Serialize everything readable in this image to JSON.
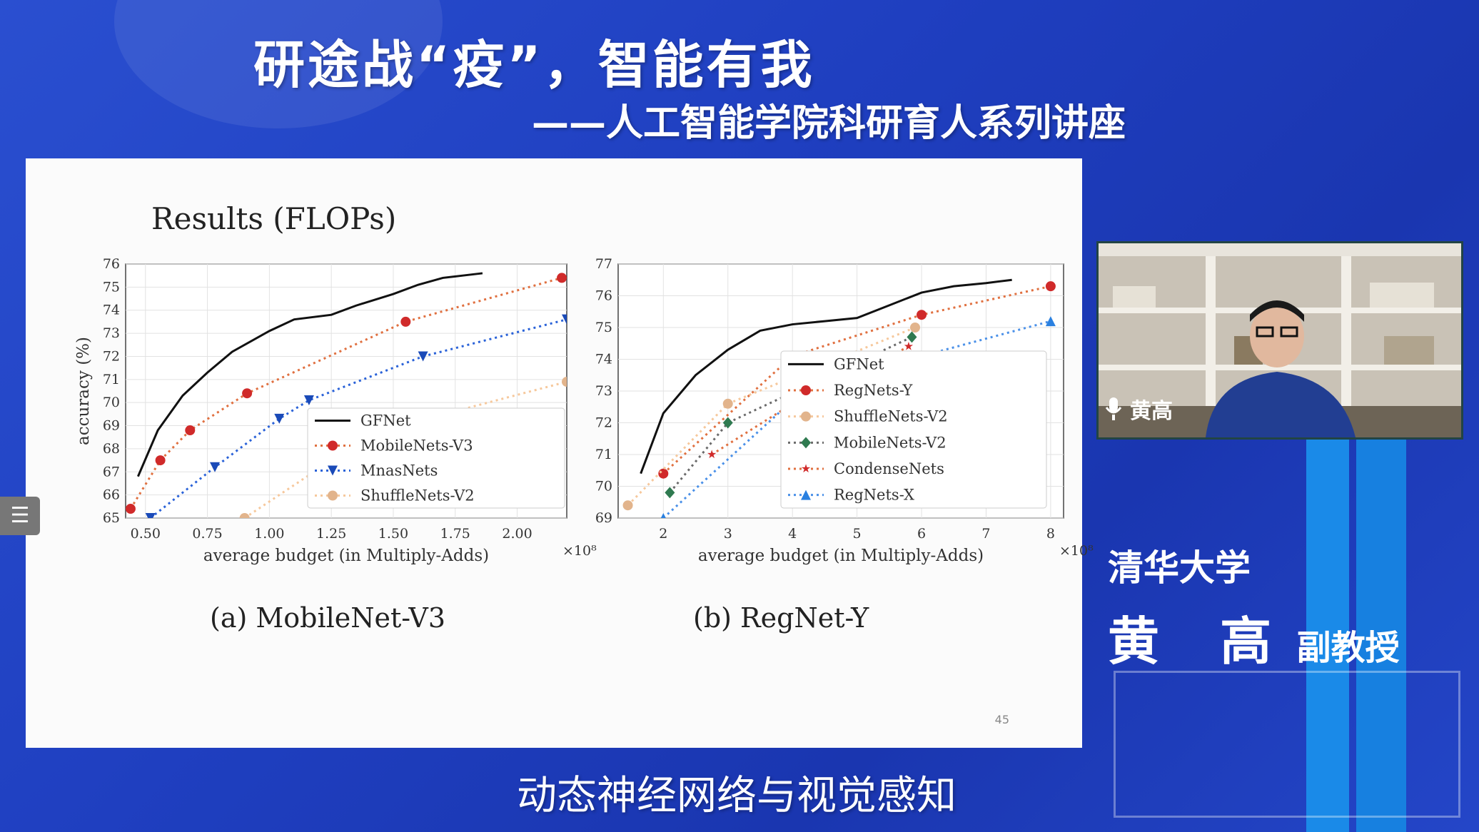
{
  "banner": {
    "title": "研途战“疫”，智能有我",
    "subtitle": "——人工智能学院科研育人系列讲座"
  },
  "slide": {
    "title": "Results (FLOPs)",
    "page_number": "45",
    "menu_icon": "list-icon",
    "captions": [
      "(a)  MobileNet-V3",
      "(b)  RegNet-Y"
    ]
  },
  "chart_data": [
    {
      "type": "line",
      "caption": "(a)  MobileNet-V3",
      "xlabel": "average budget (in Multiply-Adds)",
      "ylabel": "accuracy (%)",
      "x_multiplier": "×10⁸",
      "xlim": [
        0.42,
        2.2
      ],
      "ylim": [
        65,
        76
      ],
      "xticks": [
        "0.50",
        "0.75",
        "1.00",
        "1.25",
        "1.50",
        "1.75",
        "2.00"
      ],
      "xtick_values": [
        0.5,
        0.75,
        1.0,
        1.25,
        1.5,
        1.75,
        2.0
      ],
      "yticks": [
        65,
        66,
        67,
        68,
        69,
        70,
        71,
        72,
        73,
        74,
        75,
        76
      ],
      "grid": true,
      "legend_position": "bottom-right",
      "series": [
        {
          "name": "GFNet",
          "style": "solid",
          "color": "#111111",
          "marker": "none",
          "x": [
            0.47,
            0.55,
            0.65,
            0.75,
            0.85,
            1.0,
            1.1,
            1.25,
            1.35,
            1.5,
            1.6,
            1.7,
            1.78,
            1.86
          ],
          "y": [
            66.8,
            68.8,
            70.3,
            71.3,
            72.2,
            73.1,
            73.6,
            73.8,
            74.2,
            74.7,
            75.1,
            75.4,
            75.5,
            75.6
          ]
        },
        {
          "name": "MobileNets-V3",
          "style": "dotted",
          "color": "#e07040",
          "marker": "circle",
          "marker_color": "#d02a2a",
          "x": [
            0.44,
            0.56,
            0.68,
            0.91,
            1.55,
            2.18
          ],
          "y": [
            65.4,
            67.5,
            68.8,
            70.4,
            73.5,
            75.4
          ]
        },
        {
          "name": "MnasNets",
          "style": "dotted",
          "color": "#2a62d8",
          "marker": "triangle-down",
          "marker_color": "#1a4ab8",
          "x": [
            0.52,
            0.78,
            1.04,
            1.16,
            1.62,
            2.2
          ],
          "y": [
            65.0,
            67.2,
            69.3,
            70.1,
            72.0,
            73.6
          ]
        },
        {
          "name": "ShuffleNets-V2",
          "style": "dotted",
          "color": "#f6c89c",
          "marker": "circle",
          "marker_color": "#e2b48c",
          "x": [
            0.9,
            1.25,
            1.6,
            2.2
          ],
          "y": [
            65.0,
            67.5,
            69.2,
            70.9
          ]
        }
      ]
    },
    {
      "type": "line",
      "caption": "(b)  RegNet-Y",
      "xlabel": "average budget (in Multiply-Adds)",
      "x_multiplier": "×10⁸",
      "xlim": [
        1.3,
        8.2
      ],
      "ylim": [
        69,
        77
      ],
      "xticks": [
        "2",
        "3",
        "4",
        "5",
        "6",
        "7",
        "8"
      ],
      "xtick_values": [
        2,
        3,
        4,
        5,
        6,
        7,
        8
      ],
      "yticks": [
        69,
        70,
        71,
        72,
        73,
        74,
        75,
        76,
        77
      ],
      "grid": true,
      "legend_position": "bottom-right",
      "series": [
        {
          "name": "GFNet",
          "style": "solid",
          "color": "#111111",
          "marker": "none",
          "x": [
            1.65,
            2.0,
            2.5,
            3.0,
            3.5,
            4.0,
            4.5,
            5.0,
            5.5,
            6.0,
            6.5,
            7.0,
            7.4
          ],
          "y": [
            70.4,
            72.3,
            73.5,
            74.3,
            74.9,
            75.1,
            75.2,
            75.3,
            75.7,
            76.1,
            76.3,
            76.4,
            76.5
          ]
        },
        {
          "name": "RegNets-Y",
          "style": "dotted",
          "color": "#e07040",
          "marker": "circle",
          "marker_color": "#d02a2a",
          "x": [
            2.0,
            4.0,
            6.0,
            8.0
          ],
          "y": [
            70.4,
            74.1,
            75.4,
            76.3
          ]
        },
        {
          "name": "ShuffleNets-V2",
          "style": "dotted",
          "color": "#f6c89c",
          "marker": "circle",
          "marker_color": "#e2b48c",
          "x": [
            1.45,
            3.0,
            5.9
          ],
          "y": [
            69.4,
            72.6,
            75.0
          ]
        },
        {
          "name": "MobileNets-V2",
          "style": "dotted",
          "color": "#6a6a6a",
          "marker": "diamond",
          "marker_color": "#2f7a50",
          "x": [
            2.1,
            3.0,
            5.85
          ],
          "y": [
            69.8,
            72.0,
            74.7
          ]
        },
        {
          "name": "CondenseNets",
          "style": "dotted",
          "color": "#e07040",
          "marker": "star",
          "marker_color": "#d02a2a",
          "x": [
            2.75,
            4.0,
            5.8
          ],
          "y": [
            71.0,
            72.6,
            74.4
          ]
        },
        {
          "name": "RegNets-X",
          "style": "dotted",
          "color": "#4a90e8",
          "marker": "triangle-up",
          "marker_color": "#2a80e0",
          "x": [
            2.0,
            4.0,
            6.0,
            8.0
          ],
          "y": [
            69.0,
            72.7,
            74.1,
            75.2
          ]
        }
      ]
    }
  ],
  "video": {
    "speaker_label": "黄高",
    "mic_icon": "microphone-icon"
  },
  "speaker_info": {
    "university": "清华大学",
    "name": "黄 高",
    "role": "副教授"
  },
  "bottom_title": "动态神经网络与视觉感知"
}
